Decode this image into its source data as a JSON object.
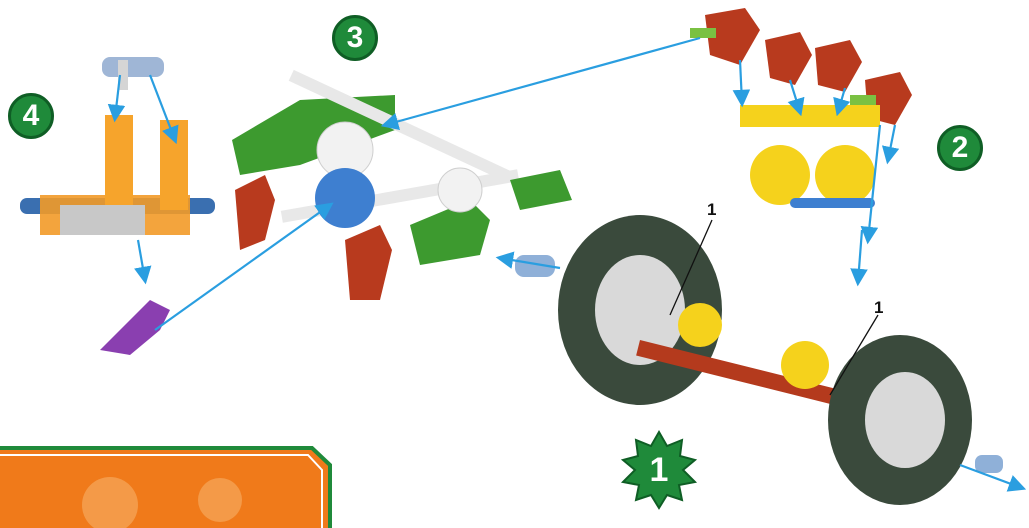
{
  "steps": {
    "step1": "1",
    "step2": "2",
    "step3": "3",
    "step4": "4"
  },
  "callouts": {
    "label_a": "1",
    "label_b": "1"
  },
  "colors": {
    "badge_green": "#1f8a3a",
    "arrow_blue": "#2a9ee0",
    "banner_orange": "#f07a1a",
    "banner_border": "#1f8a3a"
  }
}
